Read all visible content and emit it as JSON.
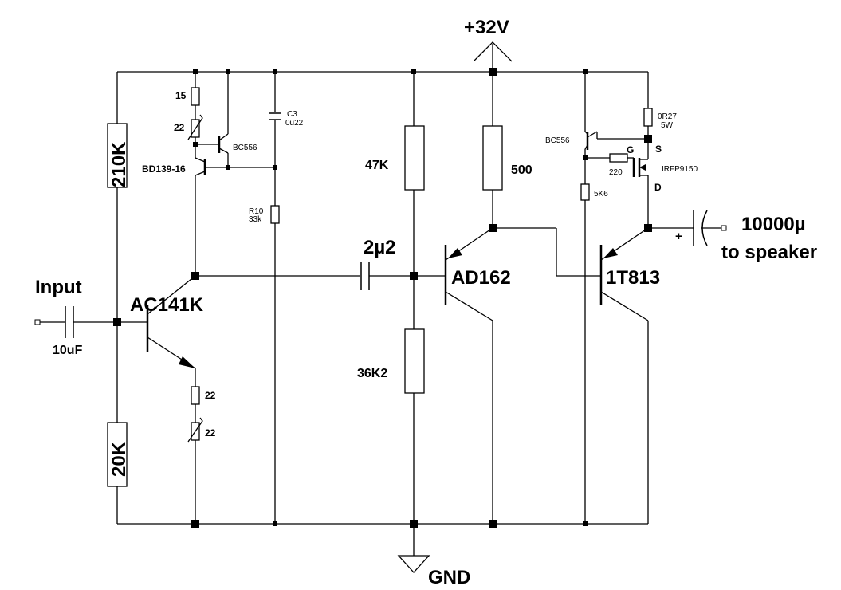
{
  "supply": {
    "label": "+32V"
  },
  "ground": {
    "label": "GND"
  },
  "input": {
    "label": "Input",
    "capacitor": "10uF"
  },
  "output": {
    "capacitor": "10000µ",
    "label": "to speaker"
  },
  "transistors": {
    "ac141k": "AC141K",
    "ad162": "AD162",
    "t1t813": "1T813",
    "bd139": "BD139-16",
    "bc556_left": "BC556",
    "bc556_right": "BC556",
    "mosfet": "IRFP9150"
  },
  "resistors": {
    "r210k": "210K",
    "r20k": "20K",
    "r15": "15",
    "r22_trim_top": "22",
    "r22_emitter": "22",
    "r22_trim_bottom": "22",
    "r10_name": "R10",
    "r10_value": "33k",
    "r47k": "47K",
    "r36k2": "36K2",
    "r500": "500",
    "r0r27": "0R27",
    "r0r27_power": "5W",
    "r220": "220",
    "r5k6": "5K6"
  },
  "capacitors": {
    "c3_name": "C3",
    "c3_value": "0u22",
    "coupling": "2µ2"
  },
  "mosfet_pins": {
    "gate": "G",
    "source": "S",
    "drain": "D"
  },
  "polarity": {
    "plus": "+"
  }
}
